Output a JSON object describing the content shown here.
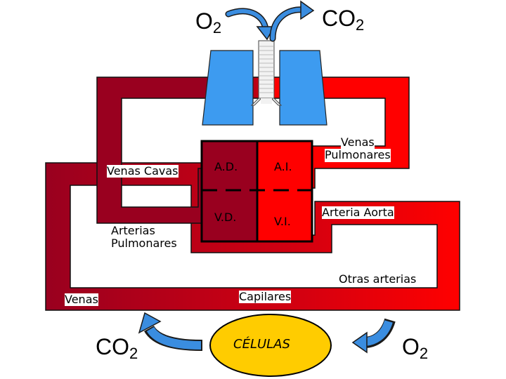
{
  "gases": {
    "o2_top": {
      "base": "O",
      "sub": "2"
    },
    "co2_top": {
      "base": "CO",
      "sub": "2"
    },
    "co2_bottom": {
      "base": "CO",
      "sub": "2"
    },
    "o2_bottom": {
      "base": "O",
      "sub": "2"
    }
  },
  "heart": {
    "ad": "A.D.",
    "ai": "A.I.",
    "vd": "V.D.",
    "vi": "V.I."
  },
  "vessels": {
    "venas_cavas": "Venas Cavas",
    "arterias_pulmonares_1": "Arterias",
    "arterias_pulmonares_2": "Pulmonares",
    "venas": "Venas",
    "capilares": "Capilares",
    "venas_pulmonares_1": "Venas",
    "venas_pulmonares_2": "Pulmonares",
    "arteria_aorta": "Arteria Aorta",
    "otras_arterias": "Otras arterias"
  },
  "cells": {
    "label": "CÉLULAS"
  },
  "colors": {
    "venous": "#99001f",
    "arterial": "#ff0000",
    "lung_blue": "#3d9bf0",
    "cells_yellow": "#ffcc00",
    "arrow_blue": "#3a8de0"
  }
}
